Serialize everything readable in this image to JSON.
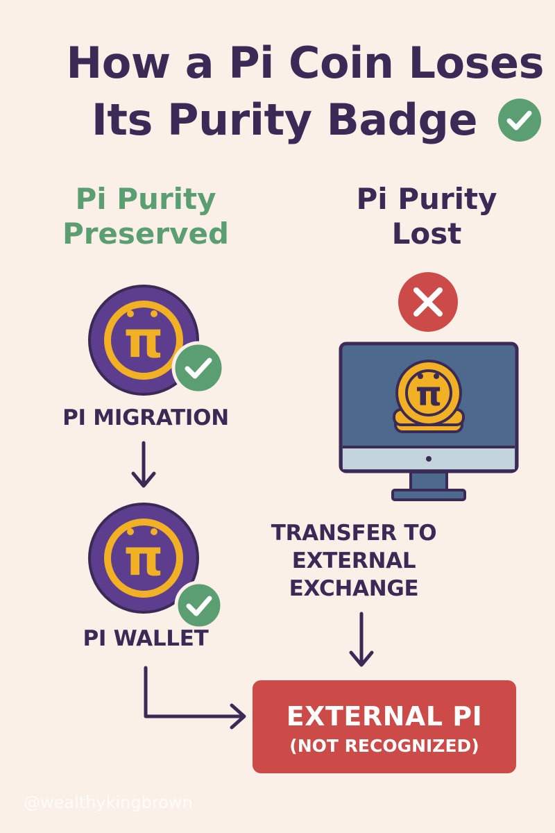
{
  "title_lines": [
    "How a Pi Coin Loses",
    "Its Purity Badge"
  ],
  "columns": {
    "preserved": {
      "heading_lines": [
        "Pi Purity",
        "Preserved"
      ]
    },
    "lost": {
      "heading_lines": [
        "Pi Purity",
        "Lost"
      ]
    }
  },
  "steps": {
    "migration": "PI MIGRATION",
    "wallet": "PI WALLET",
    "transfer_lines": [
      "TRANSFER TO",
      "EXTERNAL",
      "EXCHANGE"
    ]
  },
  "destination": {
    "title": "EXTERNAL PI",
    "subtitle": "(NOT RECOGNIZED)"
  },
  "coin_glyph": "π",
  "watermark": "@wealthykingbrown",
  "colors": {
    "navy": "#3b2a55",
    "green": "#5a9e72",
    "red": "#cc4b48",
    "coin_purple": "#5c3d8e",
    "coin_gold": "#f2b024",
    "monitor_screen": "#4d6a8e",
    "background": "#fbf0e8"
  },
  "icons": {
    "purity_badge": "check-circle-icon",
    "lost_marker": "x-circle-icon",
    "exchange": "monitor-icon"
  }
}
